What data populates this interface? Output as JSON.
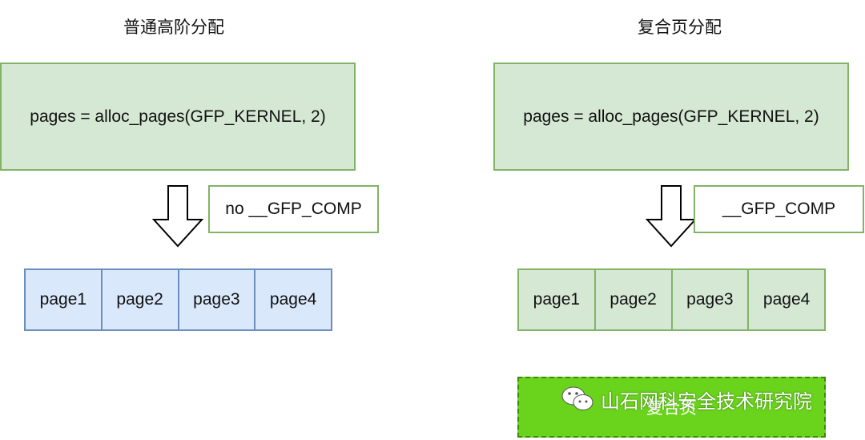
{
  "left": {
    "title": "普通高阶分配",
    "code": "pages = alloc_pages(GFP_KERNEL, 2)",
    "flag": "no __GFP_COMP",
    "pages": [
      "page1",
      "page2",
      "page3",
      "page4"
    ]
  },
  "right": {
    "title": "复合页分配",
    "code": "pages = alloc_pages(GFP_KERNEL, 2)",
    "flag": "__GFP_COMP",
    "pages": [
      "page1",
      "page2",
      "page3",
      "page4"
    ],
    "compound_label": "复合页"
  },
  "watermark": {
    "text": "山石网科安全技术研究院",
    "icon": "wechat-icon"
  },
  "colors": {
    "green_fill": "#d5e8d4",
    "green_stroke": "#82b366",
    "blue_fill": "#dae8fc",
    "blue_stroke": "#6c8ebf",
    "compound_fill": "#6ad31c"
  }
}
